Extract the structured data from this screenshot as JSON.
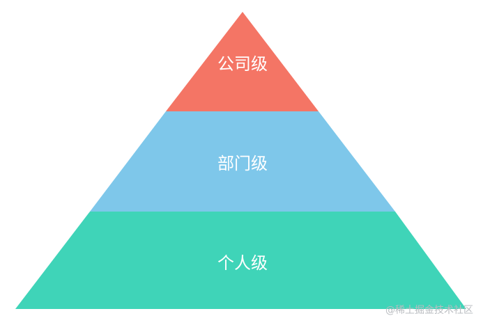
{
  "tiers": [
    {
      "label": "公司级",
      "color": "#f47565"
    },
    {
      "label": "部门级",
      "color": "#7ec7ea"
    },
    {
      "label": "个人级",
      "color": "#3fd4b8"
    }
  ],
  "watermark": "@稀土掘金技术社区"
}
